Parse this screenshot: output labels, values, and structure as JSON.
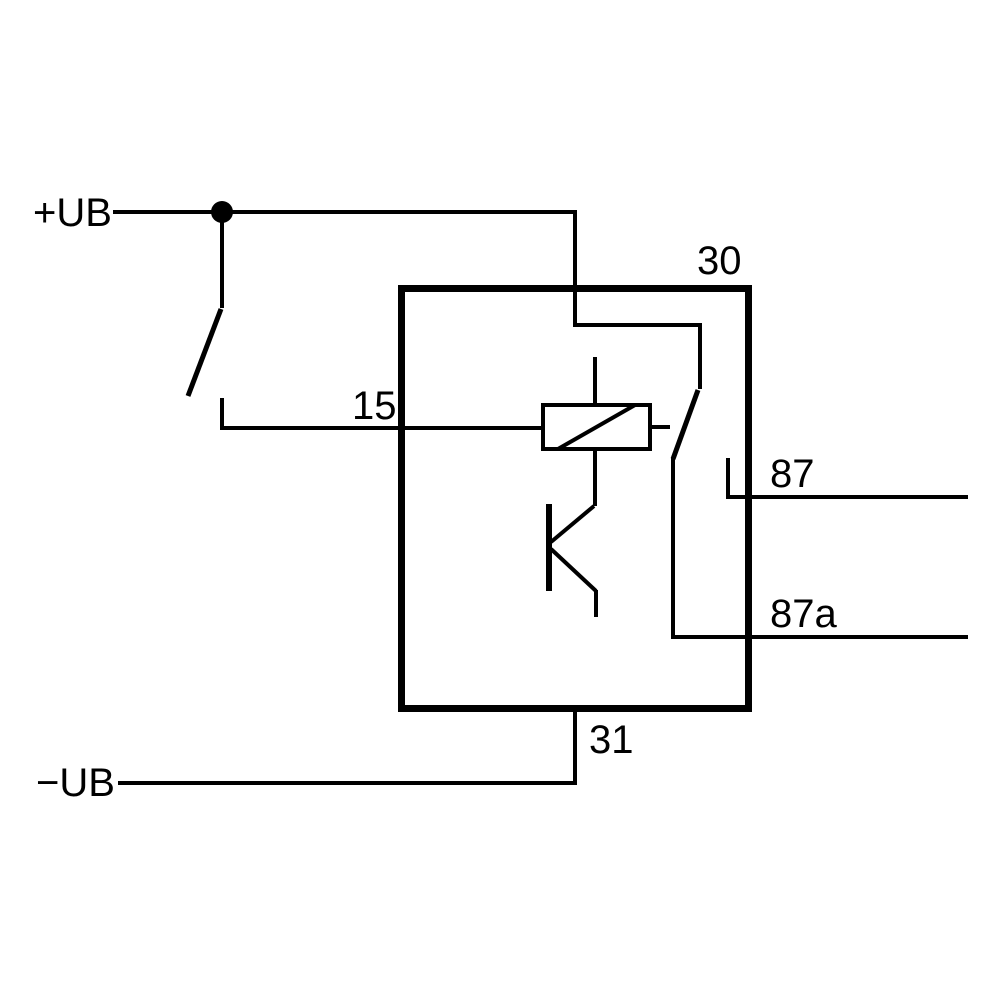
{
  "diagram": {
    "kind": "relay-circuit-schematic",
    "background": "#ffffff",
    "line_color": "#000000",
    "labels": {
      "supply_positive": "+UB",
      "supply_negative": "−UB",
      "terminal_15": "15",
      "terminal_30": "30",
      "terminal_31": "31",
      "terminal_87": "87",
      "terminal_87a": "87a"
    }
  }
}
